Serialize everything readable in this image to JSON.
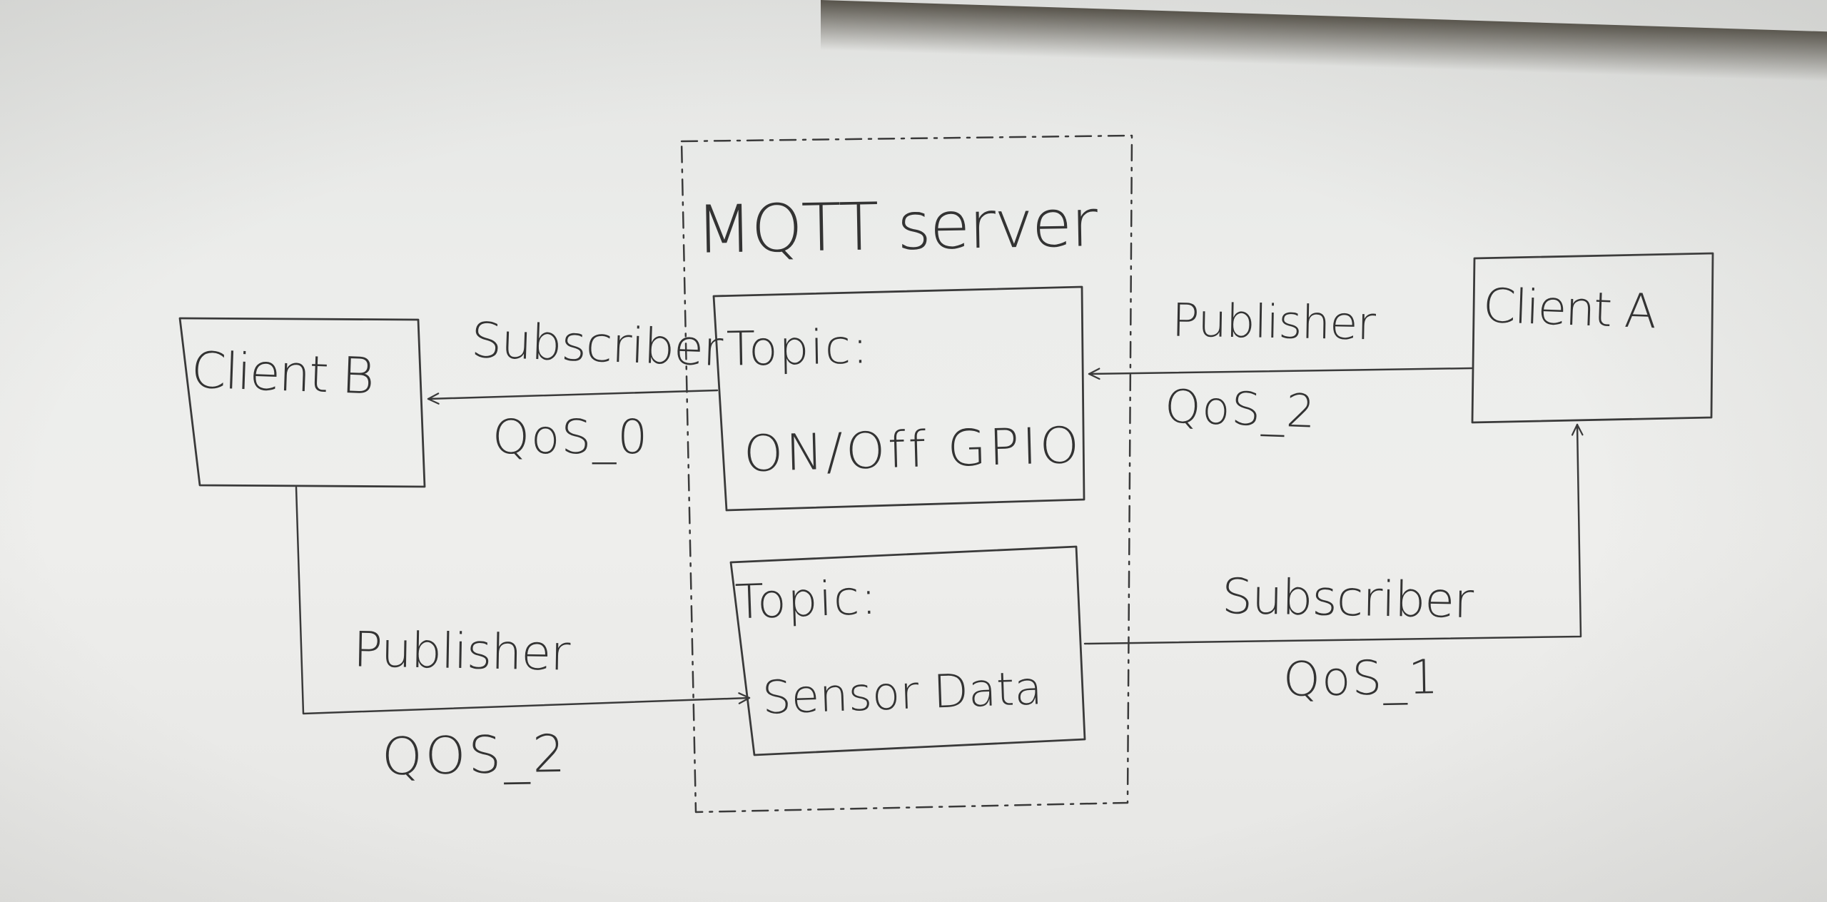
{
  "server": {
    "title": "MQTT server"
  },
  "topics": [
    {
      "id": "gpio",
      "prefix": "Topic:",
      "name": "ON/Off GPIO"
    },
    {
      "id": "sensor",
      "prefix": "Topic:",
      "name": "Sensor Data"
    }
  ],
  "clients": [
    {
      "id": "client_b",
      "label": "Client B"
    },
    {
      "id": "client_a",
      "label": "Client A"
    }
  ],
  "connections": [
    {
      "id": "b_sub_gpio",
      "from": "ON/Off GPIO",
      "to": "Client B",
      "role": "Subscriber",
      "qos": "QoS_0"
    },
    {
      "id": "b_pub_sensor",
      "from": "Client B",
      "to": "Sensor Data",
      "role": "Publisher",
      "qos": "QOS_2"
    },
    {
      "id": "a_pub_gpio",
      "from": "Client A",
      "to": "ON/Off GPIO",
      "role": "Publisher",
      "qos": "QoS_2"
    },
    {
      "id": "a_sub_sensor",
      "from": "Sensor Data",
      "to": "Client A",
      "role": "Subscriber",
      "qos": "QoS_1"
    }
  ],
  "colors": {
    "ink": "#3a3a3a",
    "paper": "#ecedeb"
  }
}
